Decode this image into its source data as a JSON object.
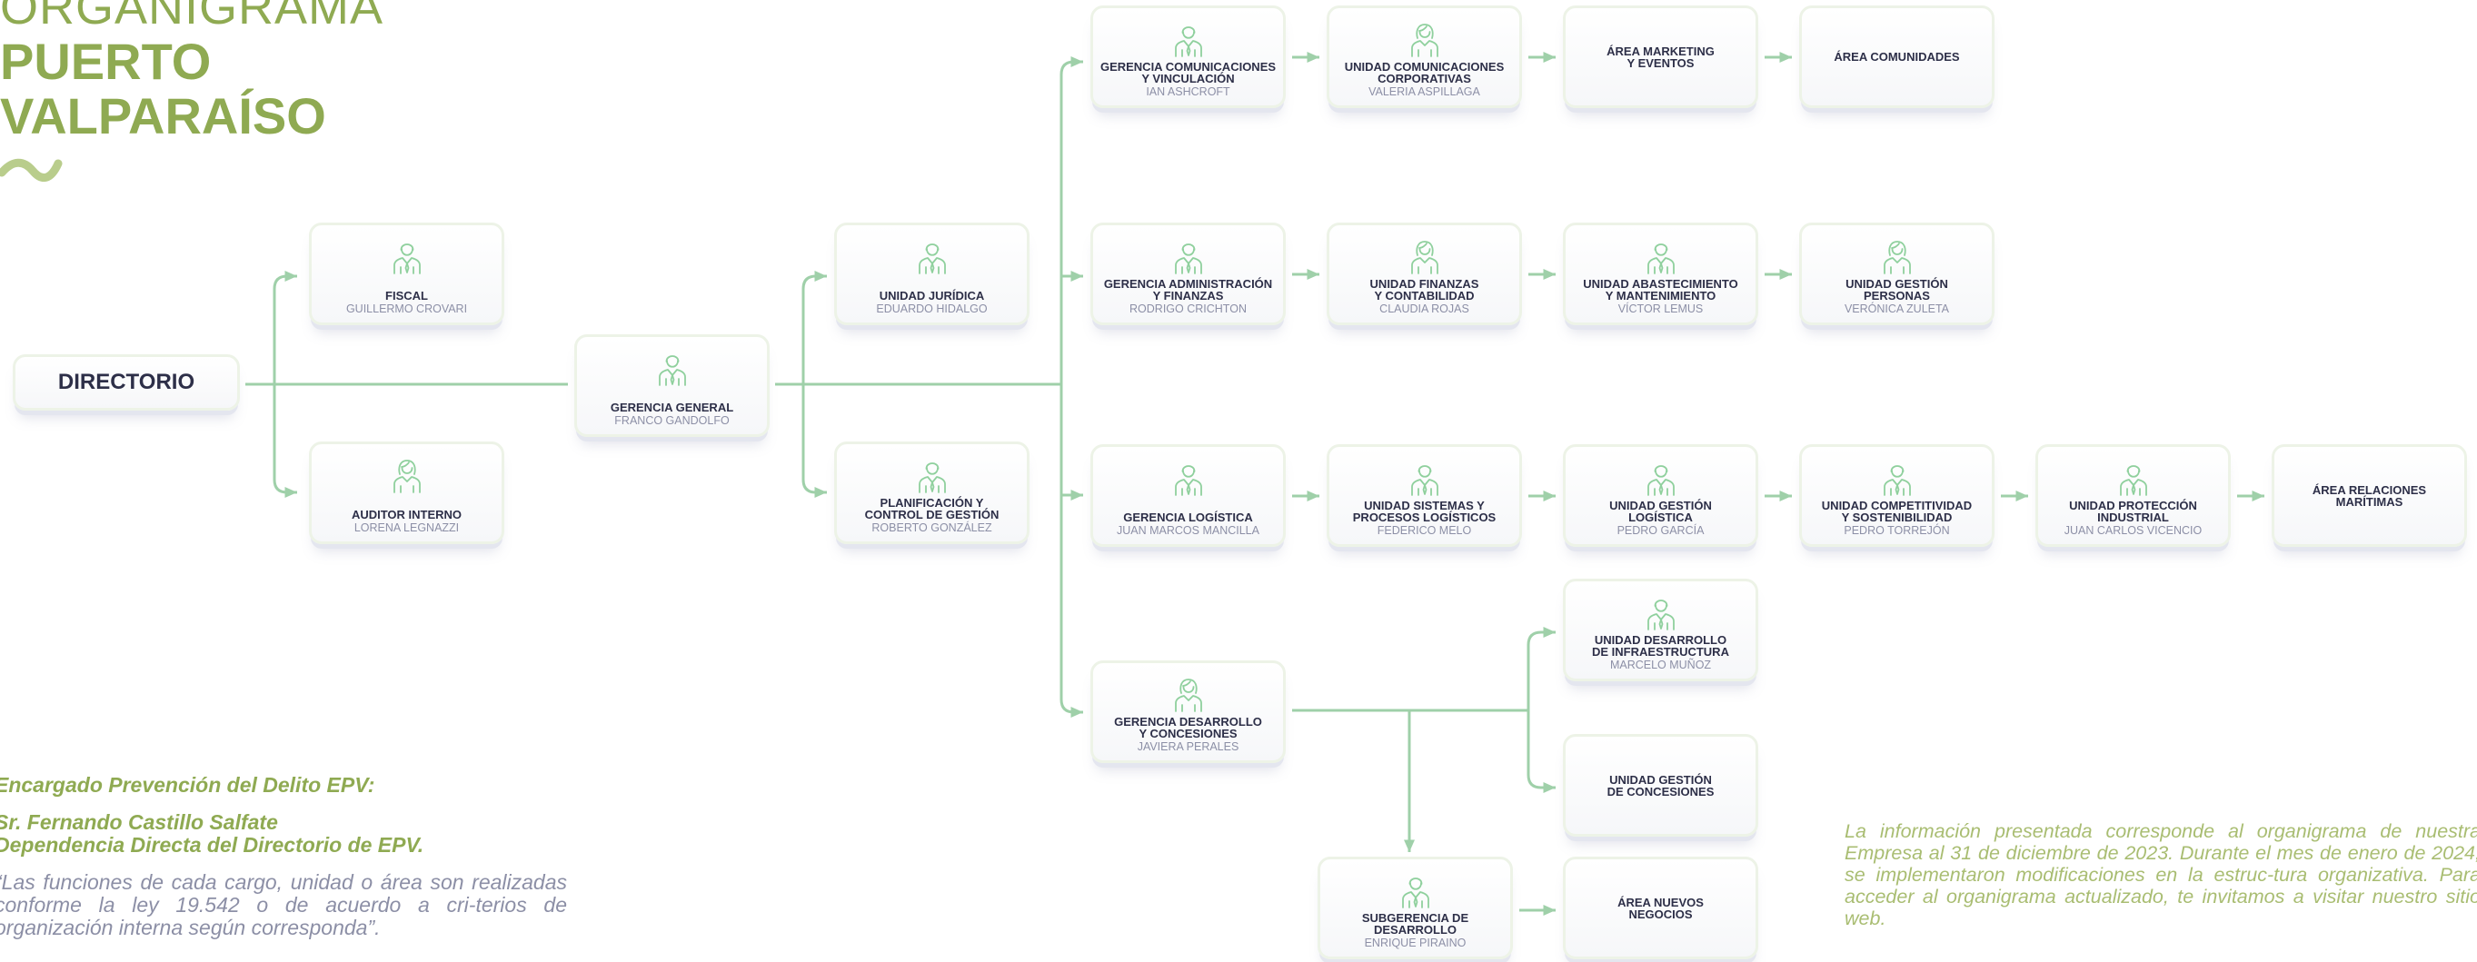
{
  "title": {
    "line1": "ORGANIGRAMA",
    "line2": "PUERTO",
    "line3": "VALPARAÍSO"
  },
  "colors": {
    "accent": "#8faa52",
    "connector": "#9fd0a9",
    "name_text": "#2d2f48",
    "person_text": "#8c8fa6"
  },
  "nodes": {
    "directorio": {
      "name": "DIRECTORIO",
      "person": "",
      "icon": "none"
    },
    "fiscal": {
      "name": "FISCAL",
      "person": "GUILLERMO CROVARI",
      "icon": "person-tie-icon"
    },
    "auditor": {
      "name": "AUDITOR INTERNO",
      "person": "LORENA LEGNAZZI",
      "icon": "person-woman-icon"
    },
    "gerencia_general": {
      "name": "GERENCIA GENERAL",
      "person": "FRANCO GANDOLFO",
      "icon": "person-tie-icon"
    },
    "juridica": {
      "name": "UNIDAD JURÍDICA",
      "person": "EDUARDO HIDALGO",
      "icon": "person-tie-icon"
    },
    "planificacion": {
      "name": "PLANIFICACIÓN Y\nCONTROL DE GESTIÓN",
      "person": "ROBERTO GONZÁLEZ",
      "icon": "person-tie-icon"
    },
    "ger_comunicaciones": {
      "name": "GERENCIA COMUNICACIONES\nY VINCULACIÓN",
      "person": "IAN ASHCROFT",
      "icon": "person-tie-icon"
    },
    "u_com_corp": {
      "name": "UNIDAD COMUNICACIONES\nCORPORATIVAS",
      "person": "VALERIA ASPILLAGA",
      "icon": "person-woman-icon"
    },
    "area_marketing": {
      "name": "ÁREA MARKETING\nY EVENTOS",
      "person": "",
      "icon": "none"
    },
    "area_comunidades": {
      "name": "ÁREA COMUNIDADES",
      "person": "",
      "icon": "none"
    },
    "ger_admin": {
      "name": "GERENCIA ADMINISTRACIÓN\nY FINANZAS",
      "person": "RODRIGO CRICHTON",
      "icon": "person-tie-icon"
    },
    "u_finanzas": {
      "name": "UNIDAD FINANZAS\nY CONTABILIDAD",
      "person": "CLAUDIA ROJAS",
      "icon": "person-woman-icon"
    },
    "u_abastecimiento": {
      "name": "UNIDAD ABASTECIMIENTO\nY MANTENIMIENTO",
      "person": "VÍCTOR LEMUS",
      "icon": "person-tie-icon"
    },
    "u_personas": {
      "name": "UNIDAD GESTIÓN\nPERSONAS",
      "person": "VERÓNICA ZULETA",
      "icon": "person-woman-icon"
    },
    "ger_logistica": {
      "name": "GERENCIA LOGÍSTICA",
      "person": "JUAN MARCOS MANCILLA",
      "icon": "person-tie-icon"
    },
    "u_sistemas": {
      "name": "UNIDAD SISTEMAS Y\nPROCESOS LOGÍSTICOS",
      "person": "FEDERICO MELO",
      "icon": "person-tie-icon"
    },
    "u_logistica": {
      "name": "UNIDAD GESTIÓN\nLOGÍSTICA",
      "person": "PEDRO GARCÍA",
      "icon": "person-tie-icon"
    },
    "u_competitividad": {
      "name": "UNIDAD COMPETITIVIDAD\nY SOSTENIBILIDAD",
      "person": "PEDRO TORREJÓN",
      "icon": "person-tie-icon"
    },
    "u_proteccion": {
      "name": "UNIDAD PROTECCIÓN\nINDUSTRIAL",
      "person": "JUAN CARLOS VICENCIO",
      "icon": "person-tie-icon"
    },
    "area_maritimas": {
      "name": "ÁREA RELACIONES\nMARÍTIMAS",
      "person": "",
      "icon": "none"
    },
    "ger_desarrollo": {
      "name": "GERENCIA DESARROLLO\nY CONCESIONES",
      "person": "JAVIERA PERALES",
      "icon": "person-woman-icon"
    },
    "u_infraestructura": {
      "name": "UNIDAD DESARROLLO\nDE INFRAESTRUCTURA",
      "person": "MARCELO MUÑOZ",
      "icon": "person-tie-icon"
    },
    "u_concesiones": {
      "name": "UNIDAD GESTIÓN\nDE CONCESIONES",
      "person": "",
      "icon": "none"
    },
    "subger_desarrollo": {
      "name": "SUBGERENCIA DE\nDESARROLLO",
      "person": "ENRIQUE PIRAINO",
      "icon": "person-tie-icon"
    },
    "area_negocios": {
      "name": "ÁREA NUEVOS\nNEGOCIOS",
      "person": "",
      "icon": "none"
    }
  },
  "notes": {
    "left": {
      "line1": "Encargado Prevención del Delito EPV:",
      "line2": "Sr. Fernando Castillo Salfate",
      "line3": "Dependencia Directa del Directorio de EPV.",
      "quote": "“Las funciones de cada cargo, unidad o área son realizadas conforme la ley 19.542 o de acuerdo a cri-terios de organización interna según corresponda”."
    },
    "right": "La información presentada corresponde al organigrama de nuestra Empresa al 31 de diciembre de 2023. Durante el mes de enero de 2024, se implementaron modificaciones en la estruc-tura organizativa. Para acceder al organigrama actualizado, te invitamos a visitar nuestro sitio web."
  }
}
